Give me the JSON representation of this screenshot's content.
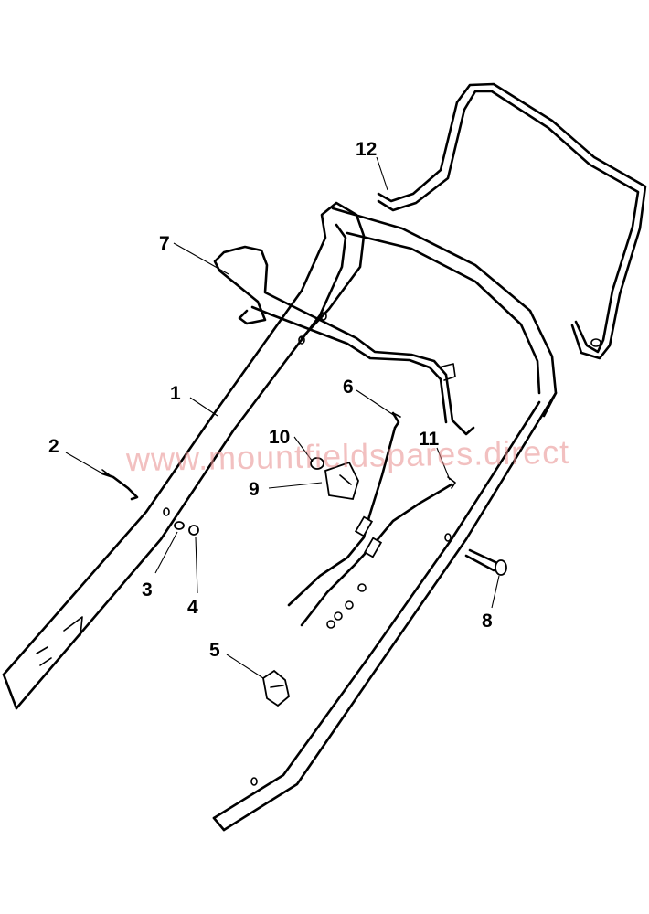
{
  "watermark": "www.mountfieldspares.direct",
  "callouts": [
    {
      "id": "1",
      "text": "1"
    },
    {
      "id": "2",
      "text": "2"
    },
    {
      "id": "3",
      "text": "3"
    },
    {
      "id": "4",
      "text": "4"
    },
    {
      "id": "5",
      "text": "5"
    },
    {
      "id": "6",
      "text": "6"
    },
    {
      "id": "7",
      "text": "7"
    },
    {
      "id": "8",
      "text": "8"
    },
    {
      "id": "9",
      "text": "9"
    },
    {
      "id": "10",
      "text": "10"
    },
    {
      "id": "11",
      "text": "11"
    },
    {
      "id": "12",
      "text": "12"
    }
  ],
  "colors": {
    "line": "#000000",
    "watermark": "#e88c8c",
    "background": "#ffffff"
  }
}
